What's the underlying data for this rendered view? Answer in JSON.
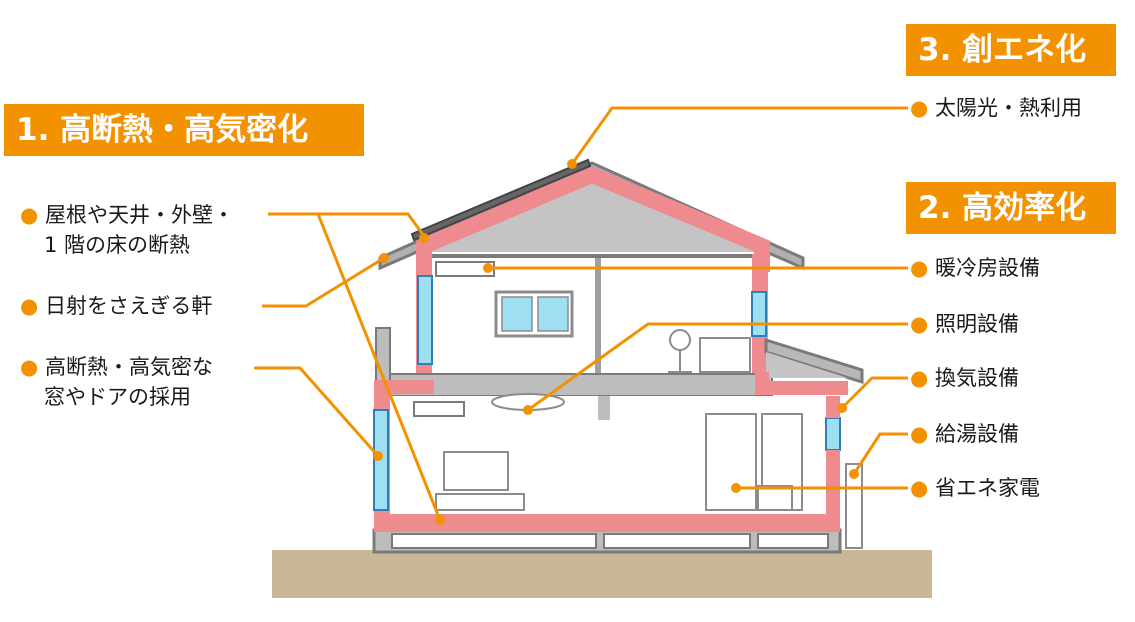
{
  "headings": {
    "insulation": "1. 高断熱・高気密化",
    "efficiency": "2. 高効率化",
    "creation": "3. 創エネ化"
  },
  "labels": {
    "insulation_1_line1": "● 屋根や天井・外壁・",
    "insulation_1_line2": "1 階の床の断熱",
    "insulation_2": "● 日射をさえぎる軒",
    "insulation_3_line1": "● 高断熱・高気密な",
    "insulation_3_line2": "窓やドアの採用",
    "solar": "● 太陽光・熱利用",
    "hvac": "● 暖冷房設備",
    "lighting": "● 照明設備",
    "ventilation": "● 換気設備",
    "water_heater": "● 給湯設備",
    "appliances": "● 省エネ家電"
  },
  "colors": {
    "accent_orange": "#f39200",
    "insulation_pink": "#ef8a8f",
    "roof_gray": "#c4c4c4",
    "wall_gray": "#8c8c8c",
    "ground_tan": "#c9b795",
    "window_blue": "#9fdff2"
  }
}
